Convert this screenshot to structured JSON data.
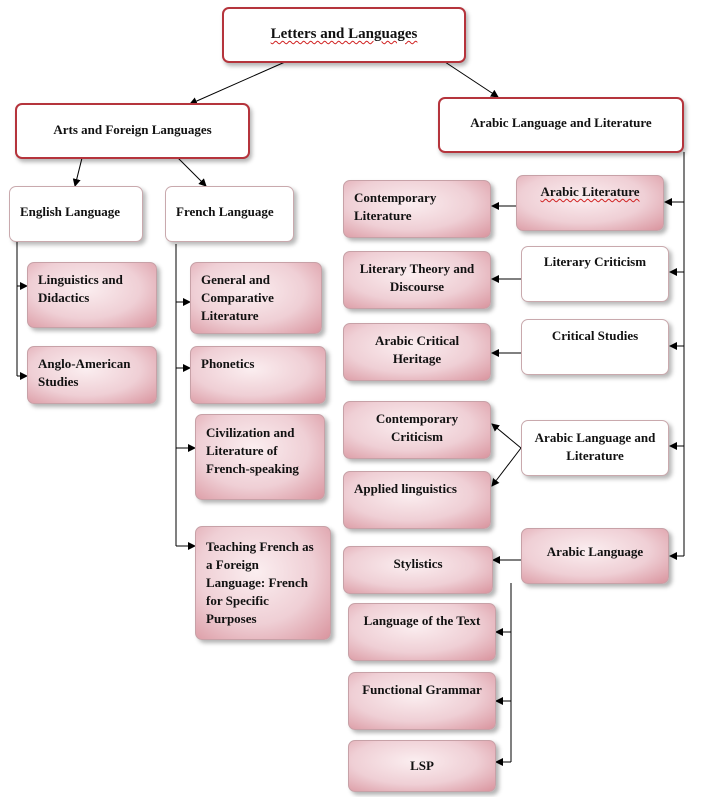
{
  "root": {
    "label": "Letters and Languages"
  },
  "arts_branch": {
    "label": "Arts and Foreign Languages"
  },
  "arabic_branch": {
    "label": "Arabic Language and Literature"
  },
  "english": {
    "label": "English Language",
    "children": [
      "Linguistics and Didactics",
      "Anglo-American Studies"
    ]
  },
  "french": {
    "label": "French Language",
    "children": [
      "General and Comparative Literature",
      "Phonetics",
      "Civilization and Literature of French-speaking",
      "Teaching French as a Foreign Language: French for Specific Purposes"
    ]
  },
  "arabic_groups": [
    {
      "label": "Arabic Literature",
      "children": [
        "Contemporary Literature"
      ]
    },
    {
      "label": "Literary Criticism",
      "children": [
        "Literary Theory and Discourse"
      ]
    },
    {
      "label": "Critical Studies",
      "children": [
        "Arabic Critical Heritage"
      ]
    },
    {
      "label": "Arabic Language and Literature",
      "children": [
        "Contemporary Criticism",
        "Applied linguistics"
      ]
    },
    {
      "label": "Arabic Language",
      "children": [
        "Stylistics",
        "Language of the Text",
        "Functional Grammar",
        "LSP"
      ]
    }
  ],
  "colors": {
    "root_border": "#b5343c",
    "connector": "#000000",
    "leaf_fill": "#efcfd5"
  }
}
